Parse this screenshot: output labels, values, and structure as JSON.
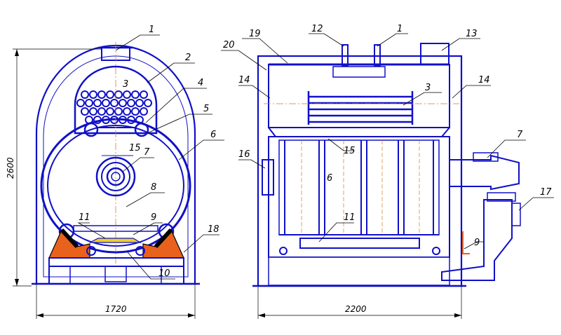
{
  "callouts": {
    "c1a": "1",
    "c2": "2",
    "c3a": "3",
    "c4": "4",
    "c5": "5",
    "c6a": "6",
    "c7a": "7",
    "c8": "8",
    "c9a": "9",
    "c10": "10",
    "c11a": "11",
    "c15a": "15",
    "c18": "18",
    "c19": "19",
    "c20": "20",
    "c12": "12",
    "c1b": "1",
    "c13": "13",
    "c14a": "14",
    "c14b": "14",
    "c3b": "3",
    "c16": "16",
    "c15b": "15",
    "c6b": "6",
    "c7b": "7",
    "c17": "17",
    "c11b": "11",
    "c9b": "9"
  },
  "dimensions": {
    "height": "2600",
    "front_width": "1720",
    "side_width": "2200"
  },
  "colors": {
    "outline": "#1010c8",
    "brick": "#f2d9c6",
    "refractory": "#e8621e",
    "grate": "#f0d020",
    "center_line": "#d08020"
  }
}
